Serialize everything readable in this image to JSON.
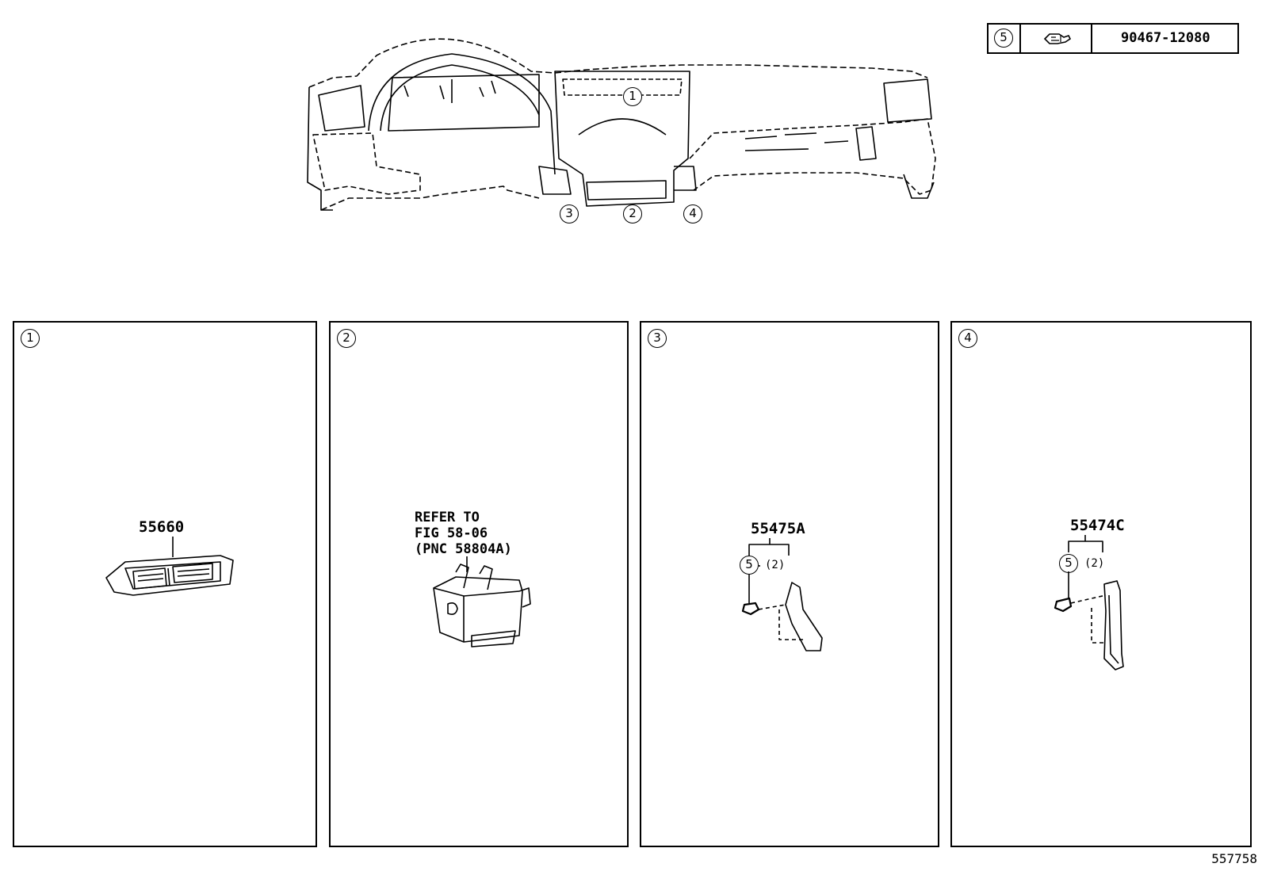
{
  "legend": {
    "callout": "5",
    "part_number": "90467-12080",
    "icon": "clip-icon"
  },
  "overview_callouts": [
    "1",
    "2",
    "3",
    "4"
  ],
  "panels": [
    {
      "number": "1",
      "part": "55660",
      "icon": "center-air-vent-icon"
    },
    {
      "number": "2",
      "refer_lines": [
        "REFER TO",
        "FIG 58-06",
        "(PNC 58804A)"
      ],
      "icon": "heater-control-housing-icon"
    },
    {
      "number": "3",
      "part": "55475A",
      "callout": "5",
      "qty": "(2)",
      "icon": "console-side-panel-icon"
    },
    {
      "number": "4",
      "part": "55474C",
      "callout": "5",
      "qty": "(2)",
      "icon": "console-side-panel-icon"
    }
  ],
  "doc_id": "557758"
}
